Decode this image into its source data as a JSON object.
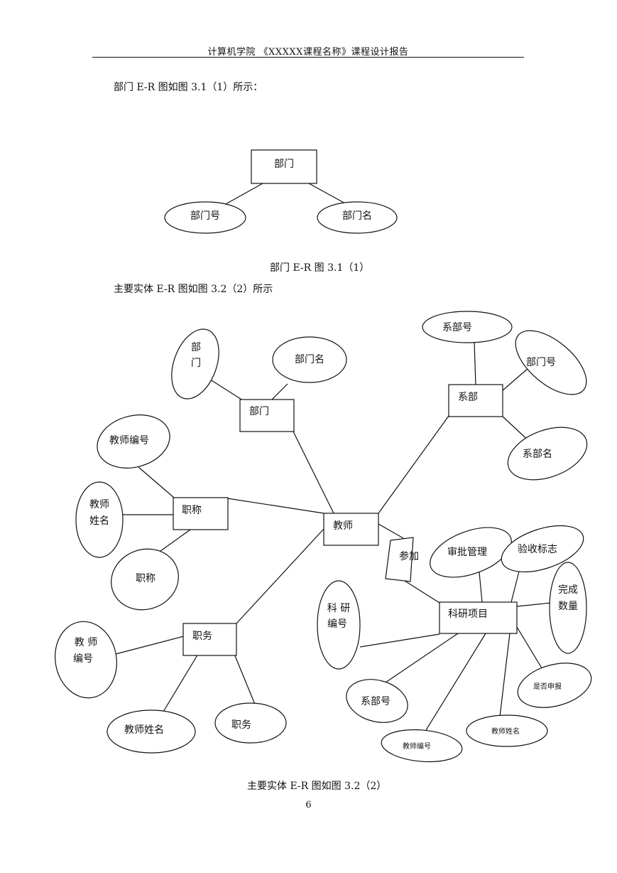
{
  "header": "计算机学院 《XXXXX课程名称》课程设计报告",
  "intro1": "部门 E-R 图如图 3.1（1）所示：",
  "caption1": "部门 E-R 图 3.1（1）",
  "intro2": "主要实体 E-R 图如图 3.2（2）所示",
  "caption2": "主要实体 E-R 图如图 3.2（2）",
  "page_number": "6",
  "diagram1": {
    "entity": "部门",
    "attr_no": "部门号",
    "attr_name": "部门名"
  },
  "diagram2": {
    "dept": {
      "entity": "部门",
      "attr1_l1": "部",
      "attr1_l2": "门",
      "attr2": "部门名"
    },
    "xi": {
      "entity": "系部",
      "attr1": "系部号",
      "attr2": "部门号",
      "attr3": "系部名"
    },
    "title": {
      "entity": "职称",
      "attr1": "教师编号",
      "attr2_l1": "教师",
      "attr2_l2": "姓名",
      "attr3": "职称"
    },
    "teacher": "教师",
    "participate": "参加",
    "post": {
      "entity": "职务",
      "attr1_l1": "教 师",
      "attr1_l2": "编号",
      "attr2": "教师姓名",
      "attr3": "职务"
    },
    "project": {
      "entity": "科研项目",
      "approve": "审批管理",
      "check": "验收标志",
      "done_l1": "完成",
      "done_l2": "数量",
      "no_l1": "科 研",
      "no_l2": "编号",
      "dept_no": "系部号",
      "teacher_no": "教师编号",
      "teacher_name": "教师姓名",
      "declared": "是否申报"
    }
  }
}
